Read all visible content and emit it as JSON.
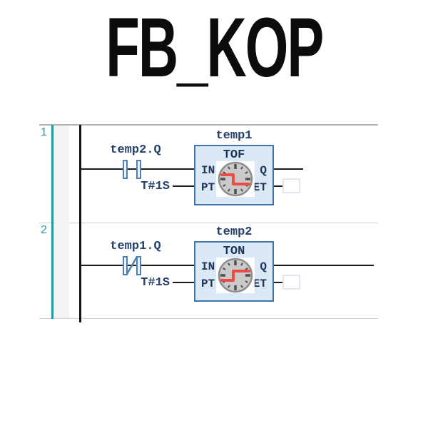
{
  "title": "FB_KOP",
  "editor": {
    "networks": [
      {
        "number": "1",
        "block_name": "temp1",
        "block_type": "TOF",
        "contact_label": "temp2.Q",
        "contact_kind": "normally-open",
        "pt_value": "T#1S",
        "pin_in": "IN",
        "pin_pt": "PT",
        "pin_q": "Q",
        "pin_et": "ET",
        "timer_icon": "clock-falling-edge-icon"
      },
      {
        "number": "2",
        "block_name": "temp2",
        "block_type": "TON",
        "contact_label": "temp1.Q",
        "contact_kind": "normally-closed",
        "pt_value": "T#1S",
        "pin_in": "IN",
        "pin_pt": "PT",
        "pin_q": "Q",
        "pin_et": "ET",
        "timer_icon": "clock-rising-edge-icon"
      }
    ]
  },
  "colors": {
    "accent_teal": "#1f9aa5",
    "operand_text": "#25406b",
    "block_fill": "#dbe8f6",
    "block_border": "#3f74a8",
    "contact_blue": "#4d7fb5",
    "timer_signal_red": "#ef4b45"
  }
}
